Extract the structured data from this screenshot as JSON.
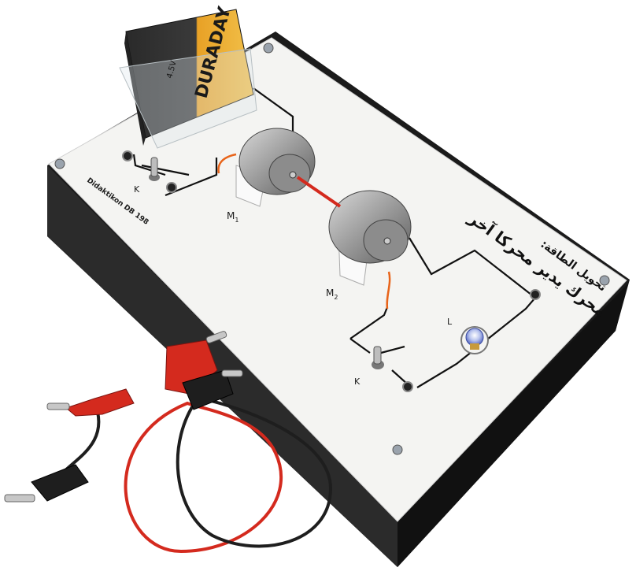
{
  "board": {
    "title_arabic": "محرك يدير محركا آخر",
    "subtitle_arabic": "تحويل الطاقة:",
    "maker_label": "Didaktikon DB 198"
  },
  "battery": {
    "brand": "DURADAY",
    "voltage": "4.5V"
  },
  "components": {
    "switch_1": "K",
    "switch_2": "K",
    "motor_1": "M",
    "motor_1_sub": "1",
    "motor_2": "M",
    "motor_2_sub": "2",
    "lamp": "L"
  },
  "colors": {
    "board_top": "#f4f4f2",
    "board_base": "#1b1b1b",
    "lead_red": "#d42a1e",
    "lead_black": "#1e1e1e",
    "wire_orange": "#e8641a",
    "battery_gold": "#e8a126"
  }
}
